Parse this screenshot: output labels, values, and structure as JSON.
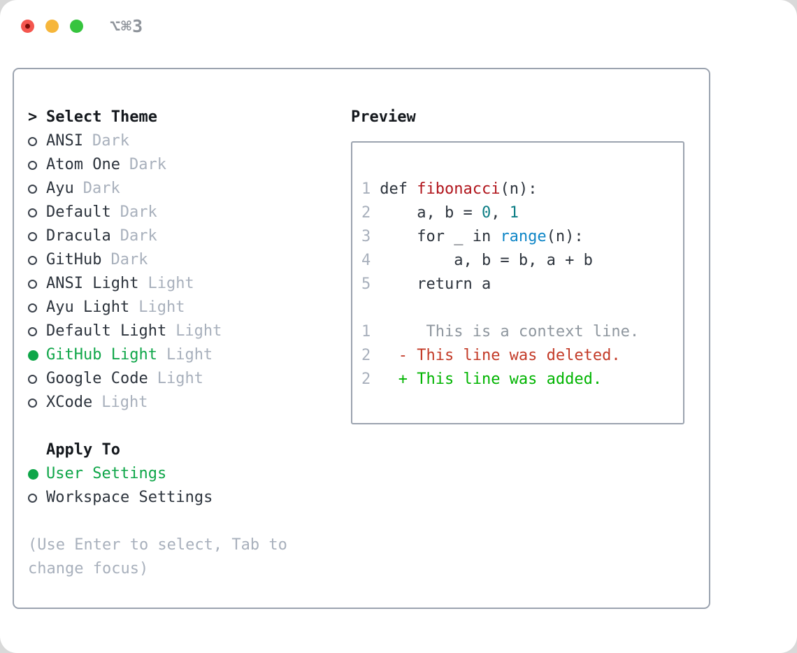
{
  "window": {
    "shortcut_label": "⌥⌘3",
    "traffic_lights": [
      "close",
      "minimize",
      "zoom"
    ]
  },
  "colors": {
    "accent_green": "#0fa649",
    "add_green": "#00b400",
    "del_red": "#c33a27",
    "func_red": "#b0141b",
    "num_teal": "#0b7d84",
    "builtin_blue": "#0f86c7",
    "muted": "#a8b0bc",
    "border": "#9ba3af",
    "text": "#2c333c",
    "heading": "#14181d"
  },
  "theme_panel": {
    "header": {
      "prompt": ">",
      "label": "Select Theme"
    },
    "themes": [
      {
        "name": "ANSI",
        "tag": "Dark",
        "selected": false
      },
      {
        "name": "Atom One",
        "tag": "Dark",
        "selected": false
      },
      {
        "name": "Ayu",
        "tag": "Dark",
        "selected": false
      },
      {
        "name": "Default",
        "tag": "Dark",
        "selected": false
      },
      {
        "name": "Dracula",
        "tag": "Dark",
        "selected": false
      },
      {
        "name": "GitHub",
        "tag": "Dark",
        "selected": false
      },
      {
        "name": "ANSI Light",
        "tag": "Light",
        "selected": false
      },
      {
        "name": "Ayu Light",
        "tag": "Light",
        "selected": false
      },
      {
        "name": "Default Light",
        "tag": "Light",
        "selected": false
      },
      {
        "name": "GitHub Light",
        "tag": "Light",
        "selected": true
      },
      {
        "name": "Google Code",
        "tag": "Light",
        "selected": false
      },
      {
        "name": "XCode",
        "tag": "Light",
        "selected": false
      }
    ],
    "apply_to": {
      "label": "Apply To",
      "options": [
        {
          "name": "User Settings",
          "selected": true
        },
        {
          "name": "Workspace Settings",
          "selected": false
        }
      ]
    },
    "help_lines": [
      "(Use Enter to select, Tab to",
      "change focus)"
    ]
  },
  "preview": {
    "label": "Preview",
    "lines": [
      {
        "num": "1",
        "tokens": [
          {
            "t": "def ",
            "s": "p"
          },
          {
            "t": "fibonacci",
            "s": "f"
          },
          {
            "t": "(n):",
            "s": "p"
          }
        ]
      },
      {
        "num": "2",
        "tokens": [
          {
            "t": "    a, b = ",
            "s": "p"
          },
          {
            "t": "0",
            "s": "n"
          },
          {
            "t": ", ",
            "s": "p"
          },
          {
            "t": "1",
            "s": "n"
          }
        ]
      },
      {
        "num": "3",
        "tokens": [
          {
            "t": "    for _ in ",
            "s": "p"
          },
          {
            "t": "range",
            "s": "b"
          },
          {
            "t": "(n):",
            "s": "p"
          }
        ]
      },
      {
        "num": "4",
        "tokens": [
          {
            "t": "        a, b = b, a + b",
            "s": "p"
          }
        ]
      },
      {
        "num": "5",
        "tokens": [
          {
            "t": "    return a",
            "s": "p"
          }
        ]
      },
      {
        "num": "",
        "tokens": []
      },
      {
        "num": "1",
        "tokens": [
          {
            "t": "     This is a context line.",
            "s": "ctx"
          }
        ]
      },
      {
        "num": "2",
        "tokens": [
          {
            "t": "  - This line was deleted.",
            "s": "del"
          }
        ]
      },
      {
        "num": "2",
        "tokens": [
          {
            "t": "  + This line was added.",
            "s": "add"
          }
        ]
      }
    ]
  }
}
